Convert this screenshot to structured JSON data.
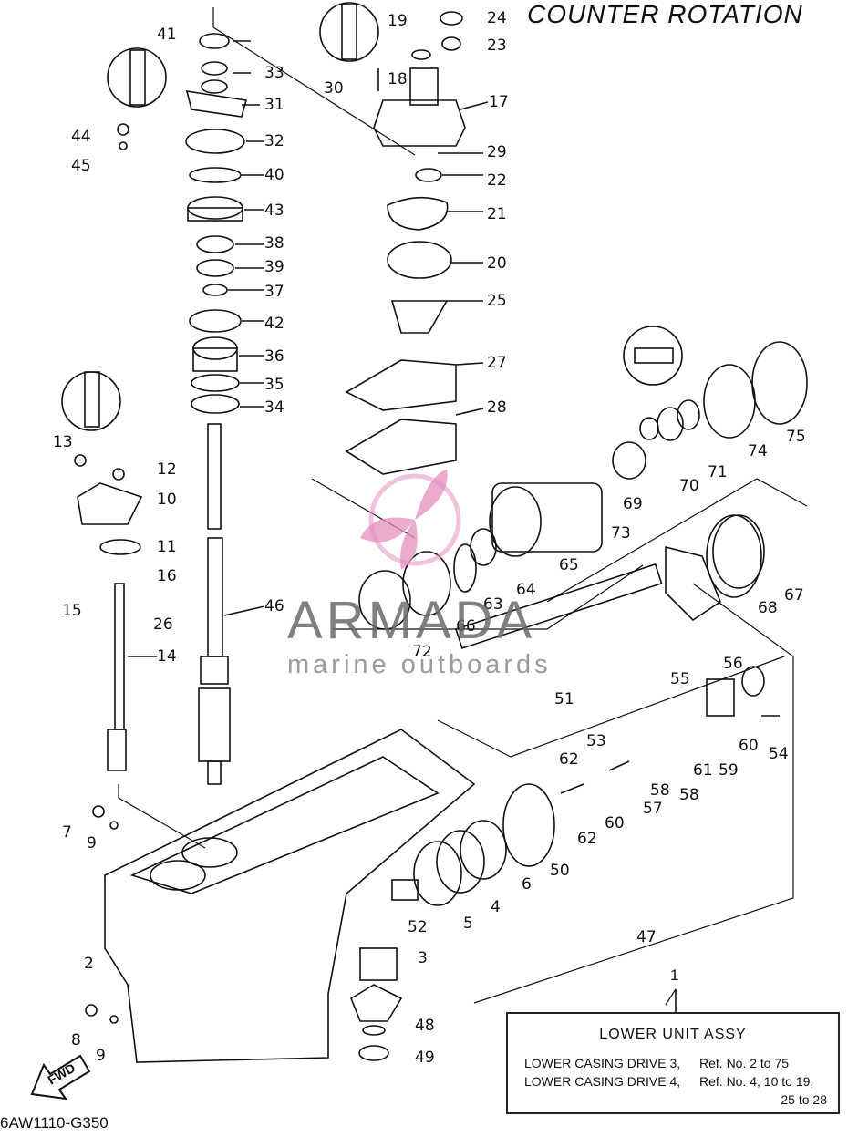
{
  "diagram": {
    "title": "COUNTER ROTATION",
    "drawing_code": "6AW1110-G350",
    "fwd_label": "FWD",
    "watermark": {
      "brand": "ARMADA",
      "tagline": "marine outboards"
    },
    "assy_box": {
      "ref_number": "1",
      "heading": "LOWER UNIT ASSY",
      "rows": [
        {
          "name": "LOWER CASING DRIVE 3,",
          "refs": "Ref. No. 2 to 75"
        },
        {
          "name": "LOWER CASING DRIVE 4,",
          "refs": "Ref. No. 4, 10 to 19,"
        },
        {
          "name": "",
          "refs": "25 to 28"
        }
      ]
    },
    "callouts": [
      "2",
      "3",
      "4",
      "5",
      "6",
      "7",
      "8",
      "9",
      "9",
      "10",
      "11",
      "12",
      "13",
      "14",
      "15",
      "16",
      "17",
      "18",
      "19",
      "20",
      "21",
      "22",
      "23",
      "24",
      "25",
      "26",
      "27",
      "28",
      "29",
      "30",
      "31",
      "32",
      "33",
      "34",
      "35",
      "36",
      "37",
      "38",
      "39",
      "40",
      "41",
      "42",
      "43",
      "44",
      "45",
      "46",
      "47",
      "48",
      "49",
      "50",
      "51",
      "52",
      "53",
      "54",
      "55",
      "56",
      "57",
      "58",
      "58",
      "59",
      "60",
      "60",
      "61",
      "62",
      "62",
      "63",
      "64",
      "65",
      "66",
      "67",
      "68",
      "69",
      "70",
      "71",
      "72",
      "73",
      "74",
      "75"
    ],
    "colors": {
      "line": "#111111",
      "watermark_pink": "#e48fbd",
      "watermark_text": "#6b6b6b"
    }
  }
}
